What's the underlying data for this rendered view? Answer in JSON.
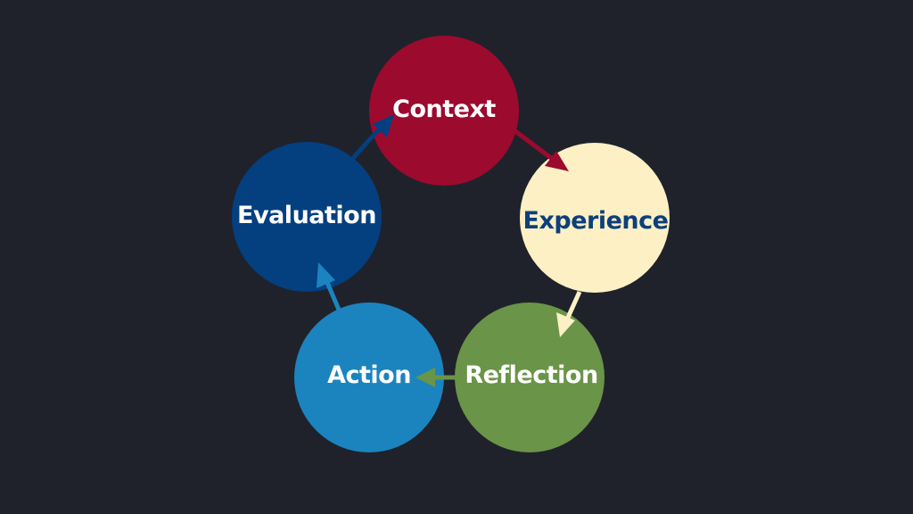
{
  "colors": {
    "background": "#1f222b",
    "context": "#9c0a2e",
    "experience": "#fcf0c4",
    "reflection": "#6a9447",
    "action": "#1b84be",
    "evaluation": "#043f80",
    "text_light": "#ffffff",
    "text_dark": "#0d3f7c"
  },
  "nodes": [
    {
      "id": "context",
      "label": "Context"
    },
    {
      "id": "experience",
      "label": "Experience"
    },
    {
      "id": "reflection",
      "label": "Reflection"
    },
    {
      "id": "action",
      "label": "Action"
    },
    {
      "id": "evaluation",
      "label": "Evaluation"
    }
  ],
  "edges": [
    {
      "from": "context",
      "to": "experience"
    },
    {
      "from": "experience",
      "to": "reflection"
    },
    {
      "from": "reflection",
      "to": "action"
    },
    {
      "from": "action",
      "to": "evaluation"
    },
    {
      "from": "evaluation",
      "to": "context"
    }
  ]
}
